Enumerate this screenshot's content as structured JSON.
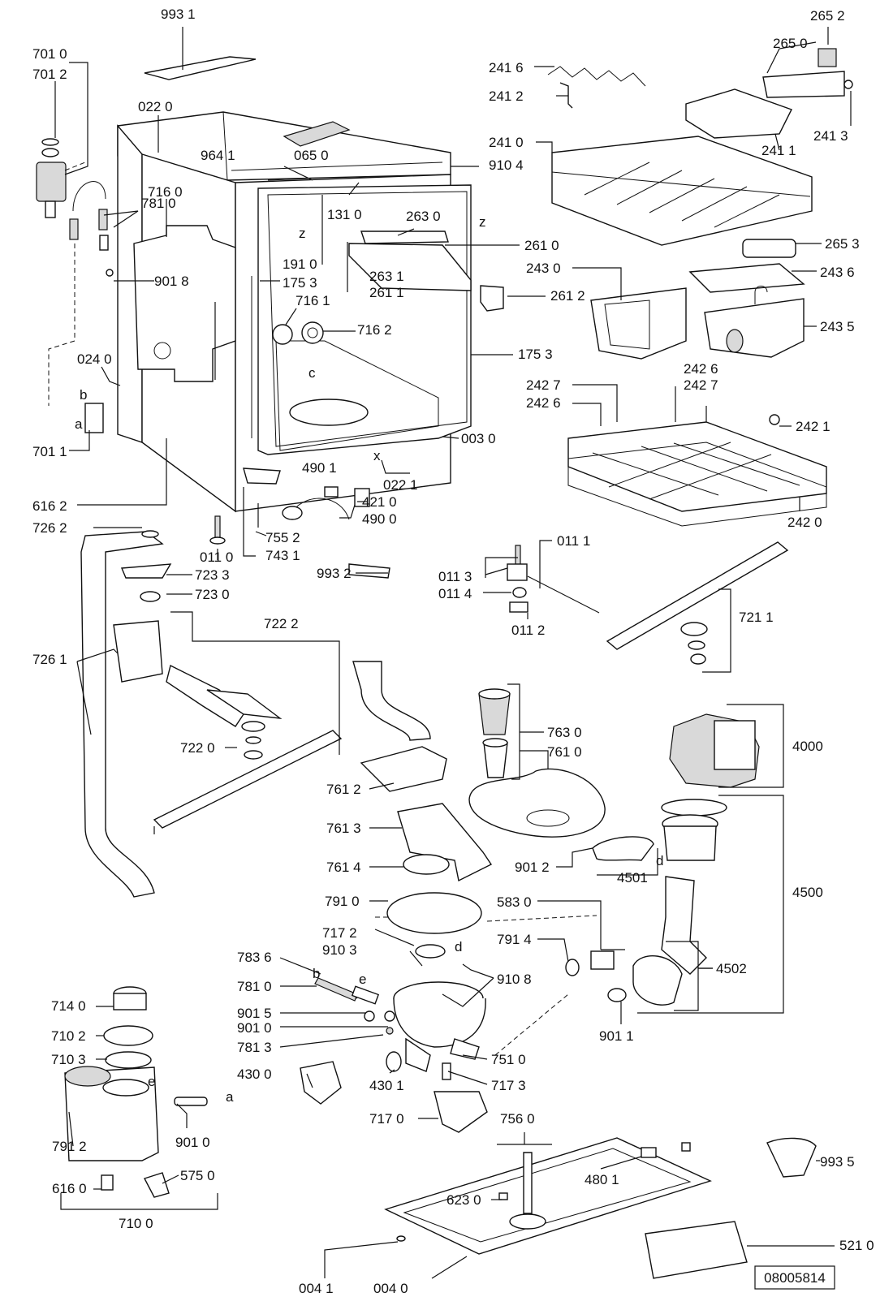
{
  "labels": [
    {
      "id": "l9931",
      "text": "993 1"
    },
    {
      "id": "l7010",
      "text": "701 0"
    },
    {
      "id": "l7012",
      "text": "701 2"
    },
    {
      "id": "l0220",
      "text": "022 0"
    },
    {
      "id": "l9641",
      "text": "964 1"
    },
    {
      "id": "l0650",
      "text": "065 0"
    },
    {
      "id": "l9104",
      "text": "910 4"
    },
    {
      "id": "l7160",
      "text": "716 0"
    },
    {
      "id": "l7810a",
      "text": "781 0"
    },
    {
      "id": "l1310",
      "text": "131 0"
    },
    {
      "id": "l2630",
      "text": "263 0"
    },
    {
      "id": "l2610",
      "text": "261 0"
    },
    {
      "id": "l9018",
      "text": "901 8"
    },
    {
      "id": "l1910",
      "text": "191 0"
    },
    {
      "id": "l1753a",
      "text": "175 3"
    },
    {
      "id": "l2631",
      "text": "263 1"
    },
    {
      "id": "l2611",
      "text": "261 1"
    },
    {
      "id": "l2612",
      "text": "261 2"
    },
    {
      "id": "l7161",
      "text": "716 1"
    },
    {
      "id": "l7162",
      "text": "716 2"
    },
    {
      "id": "l1753b",
      "text": "175 3"
    },
    {
      "id": "l0240",
      "text": "024 0"
    },
    {
      "id": "l7011",
      "text": "701 1"
    },
    {
      "id": "l0030",
      "text": "003 0"
    },
    {
      "id": "l4901",
      "text": "490 1"
    },
    {
      "id": "l0221",
      "text": "022 1"
    },
    {
      "id": "l4210",
      "text": "421 0"
    },
    {
      "id": "l4900",
      "text": "490 0"
    },
    {
      "id": "l6162",
      "text": "616 2"
    },
    {
      "id": "l7262",
      "text": "726 2"
    },
    {
      "id": "l0110",
      "text": "011 0"
    },
    {
      "id": "l7552",
      "text": "755 2"
    },
    {
      "id": "l7431",
      "text": "743 1"
    },
    {
      "id": "l7233",
      "text": "723 3"
    },
    {
      "id": "l7230",
      "text": "723 0"
    },
    {
      "id": "l9932",
      "text": "993 2"
    },
    {
      "id": "l0111",
      "text": "011 1"
    },
    {
      "id": "l0113",
      "text": "011 3"
    },
    {
      "id": "l0114",
      "text": "011 4"
    },
    {
      "id": "l0112",
      "text": "011 2"
    },
    {
      "id": "l7222",
      "text": "722 2"
    },
    {
      "id": "l7261",
      "text": "726 1"
    },
    {
      "id": "l7220",
      "text": "722 0"
    },
    {
      "id": "l7211",
      "text": "721 1"
    },
    {
      "id": "l2652",
      "text": "265 2"
    },
    {
      "id": "l2650",
      "text": "265 0"
    },
    {
      "id": "l2416",
      "text": "241 6"
    },
    {
      "id": "l2412",
      "text": "241 2"
    },
    {
      "id": "l2413",
      "text": "241 3"
    },
    {
      "id": "l2410",
      "text": "241 0"
    },
    {
      "id": "l2411",
      "text": "241 1"
    },
    {
      "id": "l2653",
      "text": "265 3"
    },
    {
      "id": "l2430",
      "text": "243 0"
    },
    {
      "id": "l2436",
      "text": "243 6"
    },
    {
      "id": "l2435",
      "text": "243 5"
    },
    {
      "id": "l2426a",
      "text": "242 6"
    },
    {
      "id": "l2427a",
      "text": "242 7"
    },
    {
      "id": "l2427b",
      "text": "242 7"
    },
    {
      "id": "l2426b",
      "text": "242 6"
    },
    {
      "id": "l2421",
      "text": "242 1"
    },
    {
      "id": "l2420",
      "text": "242 0"
    },
    {
      "id": "l7630",
      "text": "763 0"
    },
    {
      "id": "l7610",
      "text": "761 0"
    },
    {
      "id": "l7612",
      "text": "761 2"
    },
    {
      "id": "l7613",
      "text": "761 3"
    },
    {
      "id": "l7614",
      "text": "761 4"
    },
    {
      "id": "l4000",
      "text": "4000"
    },
    {
      "id": "l9012",
      "text": "901 2"
    },
    {
      "id": "l4501",
      "text": "4501"
    },
    {
      "id": "l4500",
      "text": "4500"
    },
    {
      "id": "l7910",
      "text": "791 0"
    },
    {
      "id": "l5830",
      "text": "583 0"
    },
    {
      "id": "l7172",
      "text": "717 2"
    },
    {
      "id": "l7914",
      "text": "791 4"
    },
    {
      "id": "l9103",
      "text": "910 3"
    },
    {
      "id": "l9108",
      "text": "910 8"
    },
    {
      "id": "l7836",
      "text": "783 6"
    },
    {
      "id": "l4502",
      "text": "4502"
    },
    {
      "id": "l7810b",
      "text": "781 0"
    },
    {
      "id": "l7140",
      "text": "714 0"
    },
    {
      "id": "l9015",
      "text": "901 5"
    },
    {
      "id": "l7102",
      "text": "710 2"
    },
    {
      "id": "l9010a",
      "text": "901 0"
    },
    {
      "id": "l9011",
      "text": "901 1"
    },
    {
      "id": "l7813",
      "text": "781 3"
    },
    {
      "id": "l7103",
      "text": "710 3"
    },
    {
      "id": "l7510",
      "text": "751 0"
    },
    {
      "id": "l4300",
      "text": "430 0"
    },
    {
      "id": "l7173",
      "text": "717 3"
    },
    {
      "id": "l4301",
      "text": "430 1"
    },
    {
      "id": "l7170",
      "text": "717 0"
    },
    {
      "id": "l7560",
      "text": "756 0"
    },
    {
      "id": "l9010b",
      "text": "901 0"
    },
    {
      "id": "l7912",
      "text": "791 2"
    },
    {
      "id": "l4801",
      "text": "480 1"
    },
    {
      "id": "l9935",
      "text": "993 5"
    },
    {
      "id": "l5750",
      "text": "575 0"
    },
    {
      "id": "l6160",
      "text": "616 0"
    },
    {
      "id": "l6230",
      "text": "623 0"
    },
    {
      "id": "l7100",
      "text": "710 0"
    },
    {
      "id": "l5210",
      "text": "521 0"
    },
    {
      "id": "l0041",
      "text": "004 1"
    },
    {
      "id": "l0040",
      "text": "004 0"
    }
  ],
  "letters": {
    "z1": "z",
    "z2": "z",
    "c": "c",
    "x": "x",
    "b1": "b",
    "a1": "a",
    "b2": "b",
    "e1": "e",
    "e2": "e",
    "d1": "d",
    "d2": "d",
    "a2": "a"
  },
  "drawing_id": "08005814"
}
